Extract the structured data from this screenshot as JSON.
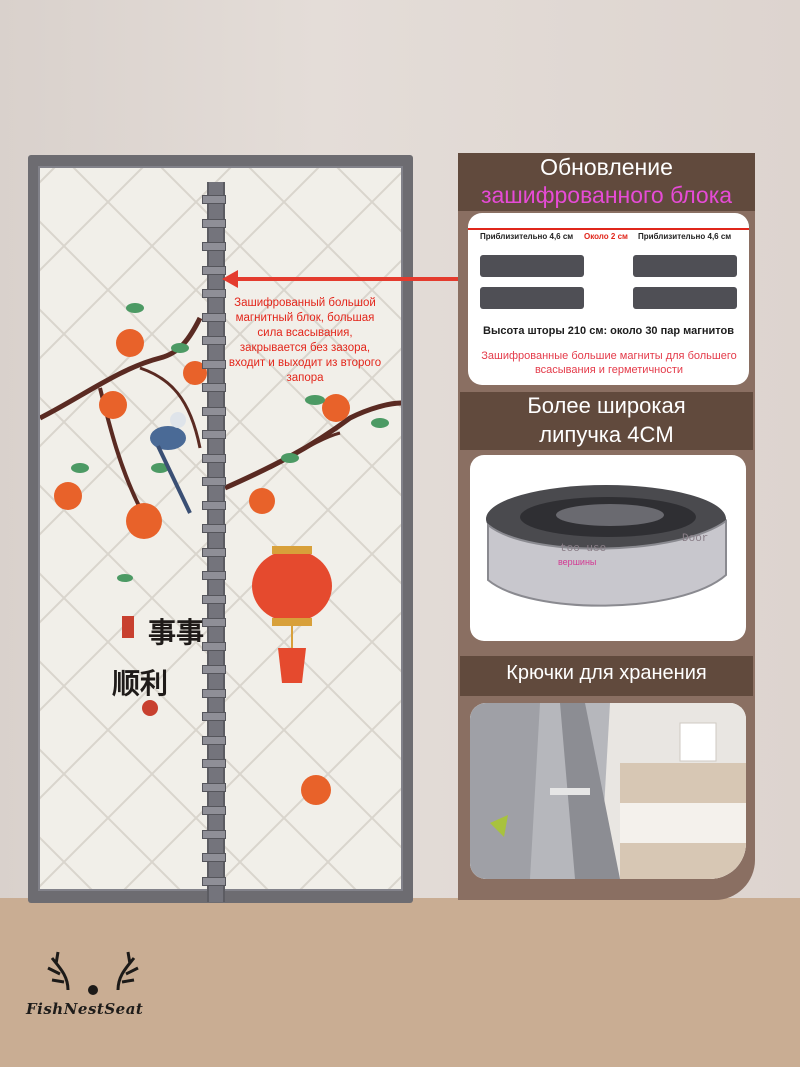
{
  "product": {
    "brand": "FishNestSeat"
  },
  "curtain": {
    "callout": "Зашифрованный большой магнитный блок, большая сила всасывания, закрывается без зазора, входит и выходит из второго запора",
    "characters_top": "事事",
    "characters_bottom": "顺利"
  },
  "features": [
    {
      "title_line1": "Обновление",
      "title_line2": "зашифрованного блока",
      "dimension_left": "Приблизительно 4,6 см",
      "dimension_center": "Около 2 см",
      "dimension_right": "Приблизительно 4,6 см",
      "spec": "Высота шторы 210 см: около 30 пар магнитов",
      "note": "Зашифрованные большие магниты для большего всасывания и герметичности"
    },
    {
      "title_line1": "Более широкая",
      "title_line2": "липучка 4CM",
      "tape_text_1": "Door",
      "tape_text_2": "too use",
      "tape_text_3": "вершины"
    },
    {
      "title_line1": "Крючки для хранения"
    }
  ],
  "colors": {
    "panel": "#8a6f62",
    "panel_header": "#614a3d",
    "title_white": "#ffffff",
    "title_pink": "#e64bd6",
    "callout_red": "#e3261b",
    "frame": "#6d6c71",
    "floor": "#c9ad93"
  }
}
